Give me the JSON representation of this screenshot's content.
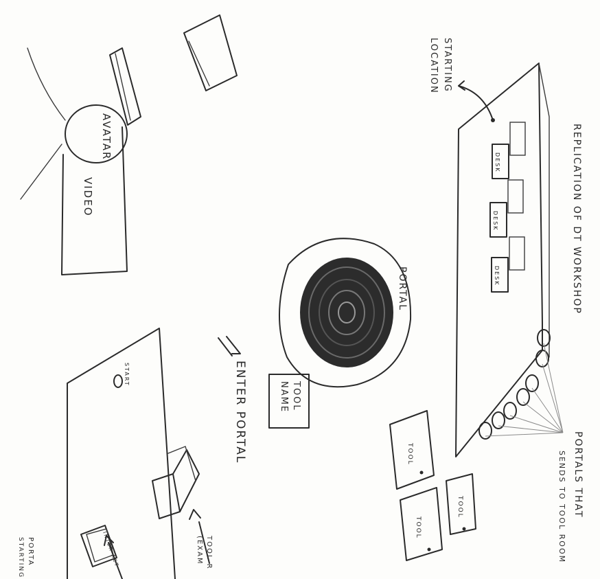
{
  "labels": {
    "avatar": "AVATAR",
    "video": "VIDEO",
    "starting_location_1": "STARTING",
    "starting_location_2": "LOCATION",
    "replication": "REPLICATION OF DT WORKSHOP",
    "desk": "DESK",
    "portal": "PORTAL",
    "tool_name_1": "TOOL",
    "tool_name_2": "NAME",
    "enter_portal": "ENTER PORTAL",
    "portals_that_1": "PORTALS THAT",
    "portals_that_2": "SENDS TO TOOL ROOM",
    "tool_sign": "TOOL",
    "tool_room_1": "TOOL R",
    "tool_room_2": "(EXAM",
    "portal_return_1": "PORTA",
    "portal_return_2": "STARTING",
    "scene2_start": "START",
    "scene2_tablet": "INTER-ACT"
  }
}
